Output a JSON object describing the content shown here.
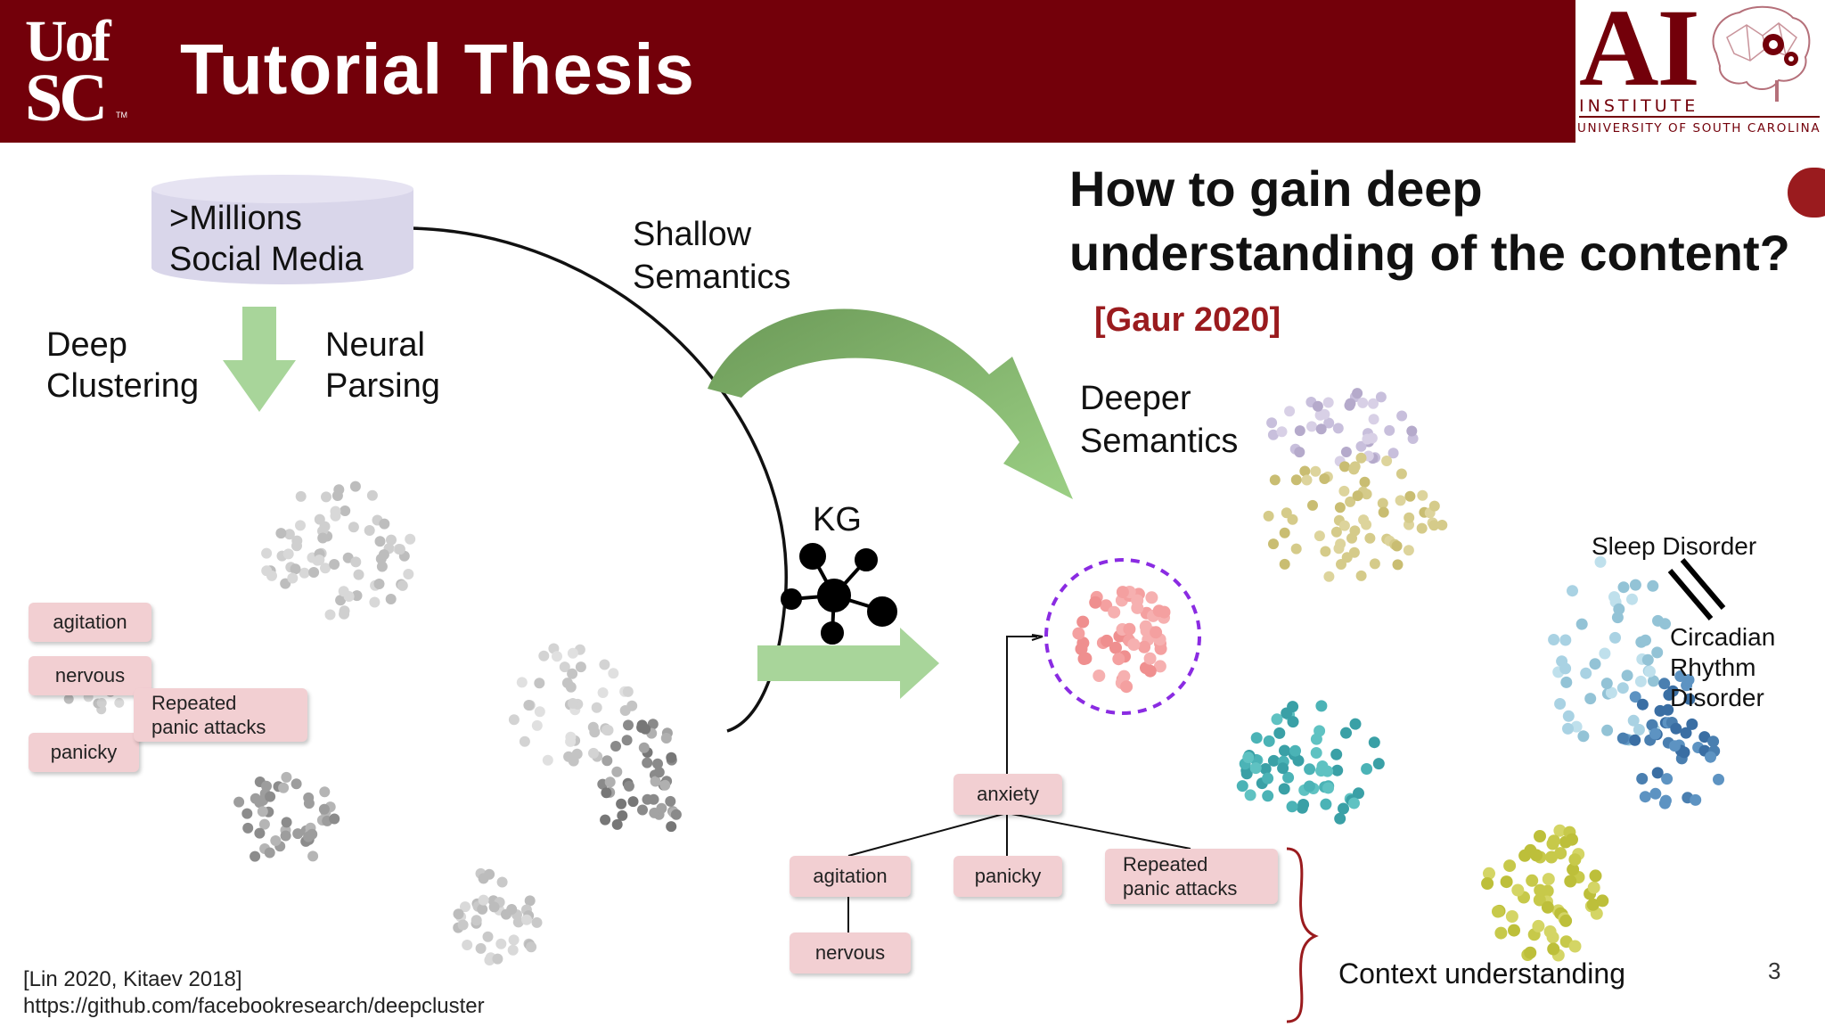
{
  "header": {
    "logo_text_1": "Uof",
    "logo_text_2": "SC",
    "logo_tm": "TM",
    "title": "Tutorial Thesis",
    "ai_logo": {
      "big": "AI",
      "institute": "INSTITUTE",
      "university": "UNIVERSITY OF SOUTH CAROLINA"
    }
  },
  "colors": {
    "brand": "#73000a",
    "cylinder": "#d9d6ea",
    "green_arrow": "#9acb8a",
    "pill": "#f2cfd2",
    "purple_circle": "#8a2be2",
    "accent_red": "#9a1b1e"
  },
  "left": {
    "cylinder_line1": ">Millions",
    "cylinder_line2": "Social Media",
    "deep_clustering": [
      "Deep",
      "Clustering"
    ],
    "neural_parsing": [
      "Neural",
      "Parsing"
    ],
    "tags": {
      "agitation": "agitation",
      "nervous": "nervous",
      "panicky": "panicky",
      "repeated": [
        "Repeated",
        "panic attacks"
      ]
    }
  },
  "middle": {
    "shallow_semantics": [
      "Shallow",
      "Semantics"
    ],
    "kg_label": "KG"
  },
  "right": {
    "question": [
      "How to gain deep",
      "understanding of the content?"
    ],
    "citation": "[Gaur 2020]",
    "deeper_semantics": [
      "Deeper",
      "Semantics"
    ],
    "sleep_disorder": "Sleep Disorder",
    "circadian": [
      "Circadian",
      "Rhythm",
      "Disorder"
    ],
    "tree": {
      "root": "anxiety",
      "children": [
        "agitation",
        "panicky",
        "Repeated",
        "panic attacks"
      ],
      "grandchild": "nervous"
    },
    "context_understanding": "Context understanding"
  },
  "footer": {
    "refs": "[Lin 2020, Kitaev 2018]",
    "url": "https://github.com/facebookresearch/deepcluster",
    "page_number": "3"
  },
  "icons": [
    "usc-logo-icon",
    "ai-brain-icon",
    "database-cylinder-icon",
    "down-arrow-icon",
    "curved-arrow-icon",
    "right-arrow-icon",
    "knowledge-graph-icon",
    "brace-icon",
    "parallel-bars-icon"
  ]
}
